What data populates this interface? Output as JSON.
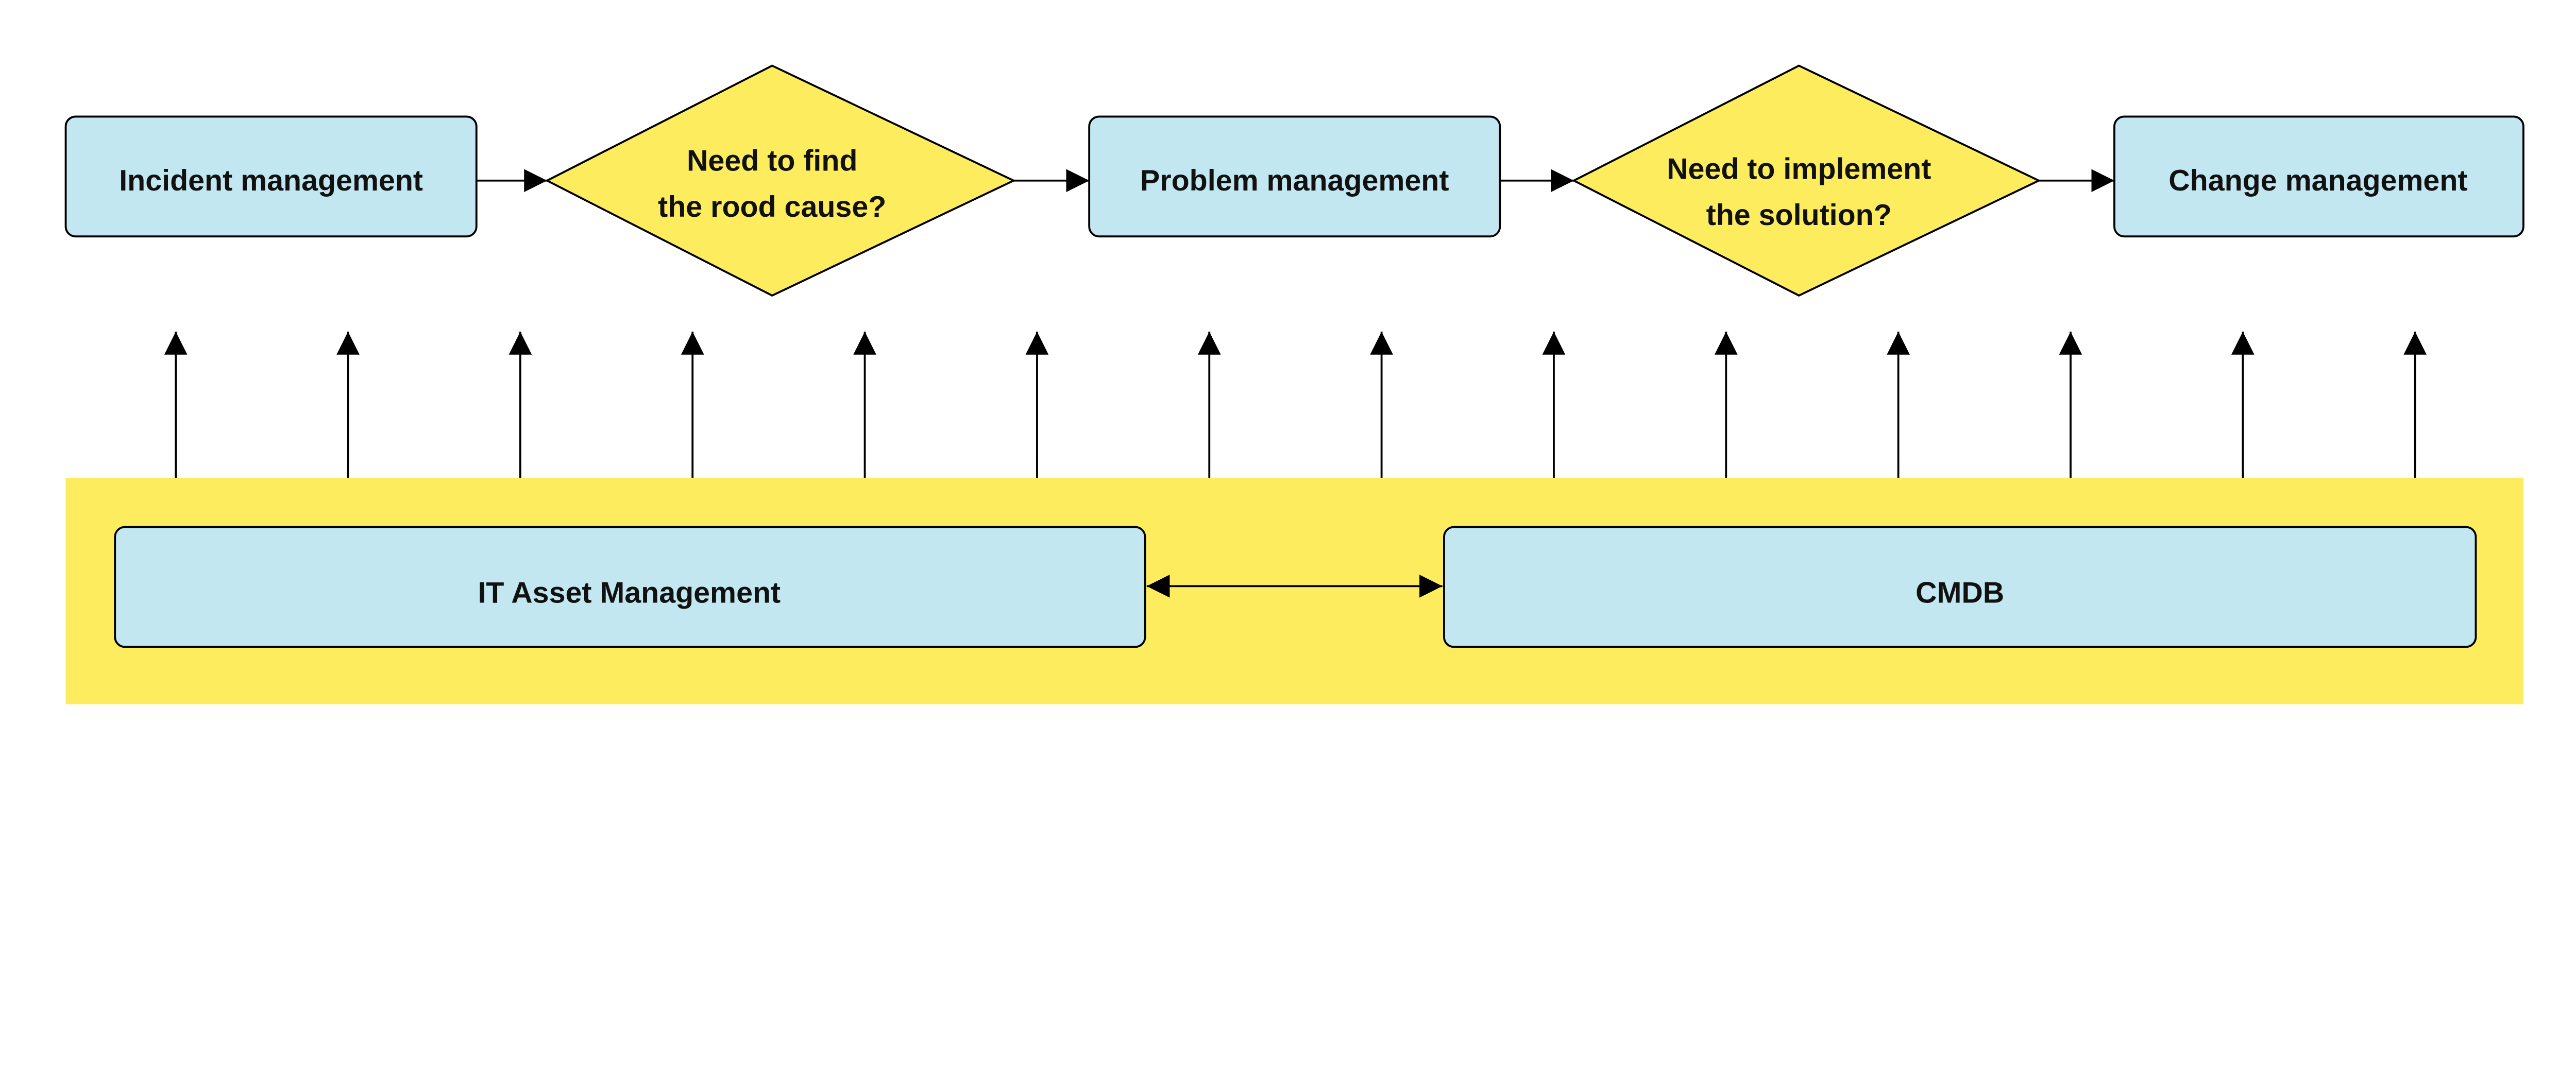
{
  "colors": {
    "process_fill": "#C2E7F0",
    "decision_fill": "#FDEC5E",
    "band_fill": "#FDEC5E",
    "stroke": "#000000"
  },
  "nodes": {
    "incident": "Incident management",
    "decision1": [
      "Need to find",
      "the rood cause?"
    ],
    "problem": "Problem management",
    "decision2": [
      "Need to implement",
      "the solution?"
    ],
    "change": "Change management",
    "itam": "IT Asset Management",
    "cmdb": "CMDB"
  }
}
